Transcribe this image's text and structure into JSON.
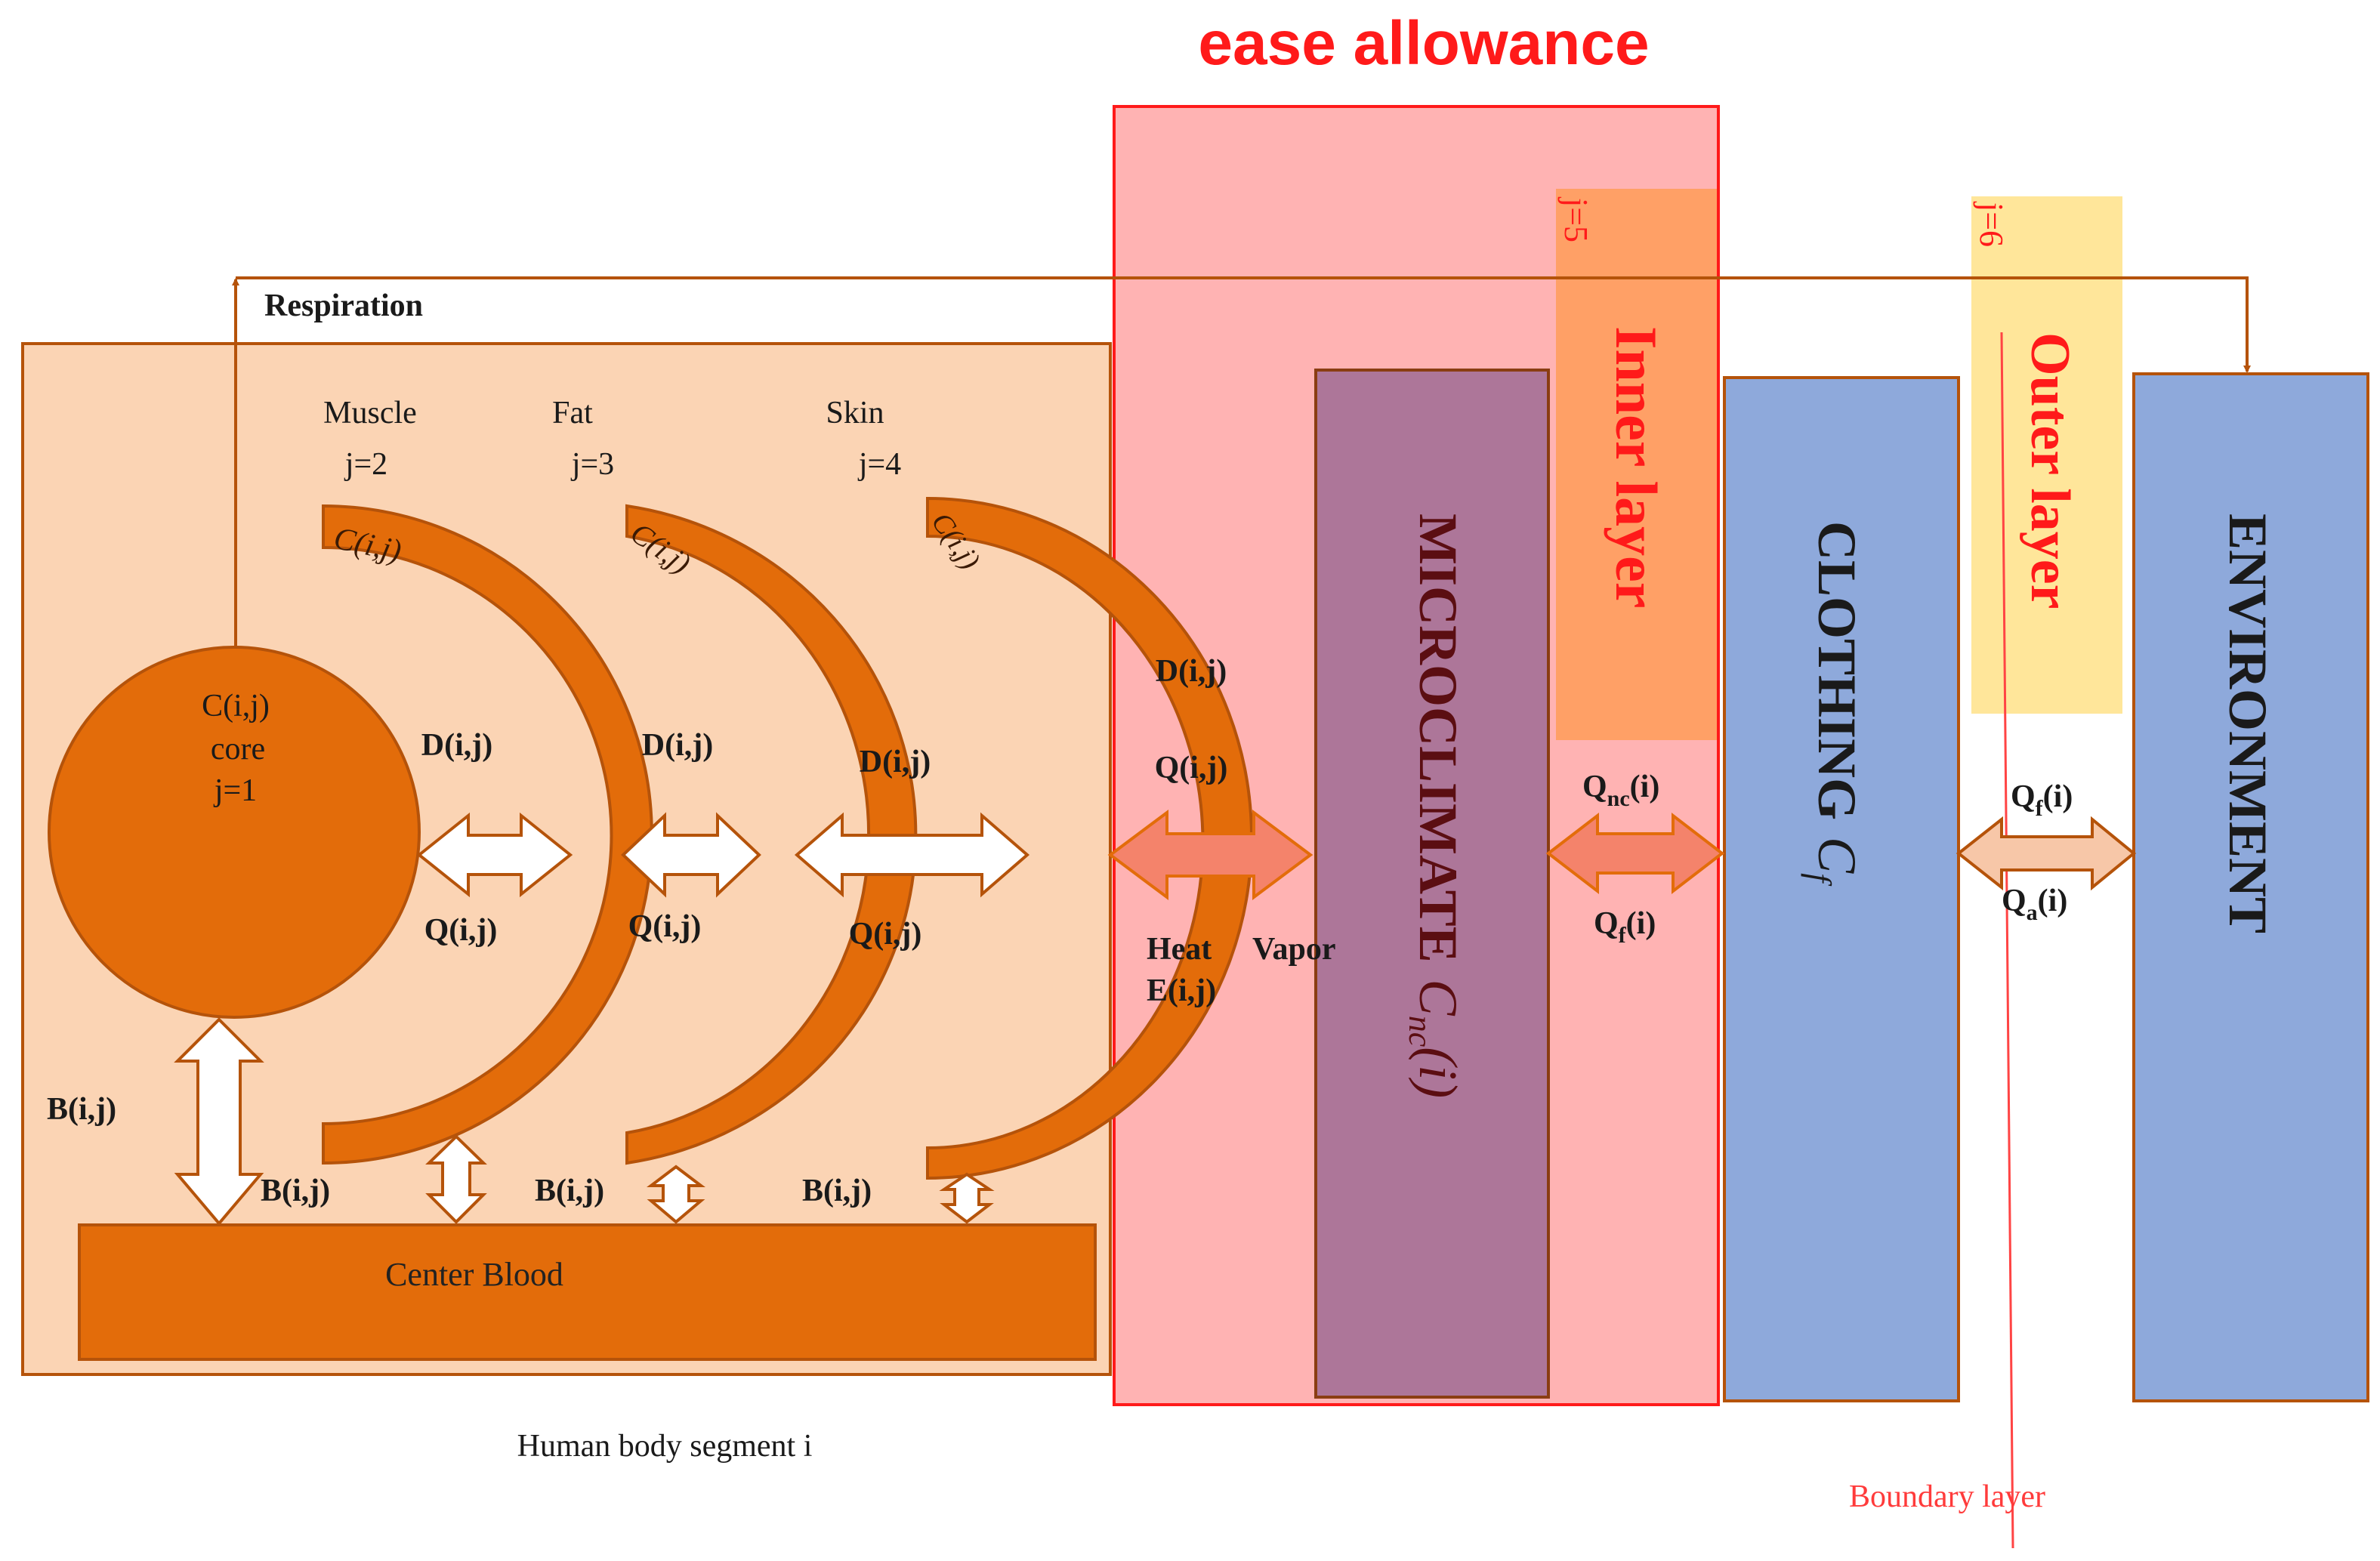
{
  "colors": {
    "orange": "#E36C0A",
    "orange_dark": "#B5530A",
    "peach": "#FBD4B4",
    "pink": "#FFB3B3",
    "red": "#FF1A1A",
    "microclimate": "#AD7699",
    "inner_layer": "#FFA066",
    "outer_layer": "#FFE69A",
    "blue": "#8EA9DB"
  },
  "title": "ease allowance",
  "respiration": "Respiration",
  "tissues": [
    {
      "name": "Muscle",
      "index": "j=2",
      "c": "C(i,j)"
    },
    {
      "name": "Fat",
      "index": "j=3",
      "c": "C(i,j)"
    },
    {
      "name": "Skin",
      "index": "j=4",
      "c": "C(i,j)"
    }
  ],
  "core": {
    "c": "C(i,j)",
    "name": "core",
    "index": "j=1"
  },
  "labels": {
    "d": "D(i,j)",
    "q": "Q(i,j)",
    "b": "B(i,j)",
    "heat": "Heat",
    "vapor": "Vapor",
    "e": "E(i,j)"
  },
  "center_blood": "Center Blood",
  "segment_caption": "Human body segment i",
  "microclimate": {
    "text": "MICROCLIMATE",
    "sym": "C",
    "sub": "nc",
    "arg": "(i)"
  },
  "inner_layer": {
    "index": "j=5",
    "text": "Inner layer"
  },
  "outer_layer": {
    "index": "j=6",
    "text": "Outer layer"
  },
  "clothing": {
    "text": "CLOTHING",
    "sym": "C",
    "sub": "f"
  },
  "environment": "ENVIRONMENT",
  "flux": {
    "q_nc": {
      "q": "Q",
      "sub": "nc",
      "arg": "(i)"
    },
    "q_f_inner": {
      "q": "Q",
      "sub": "f",
      "arg": "(i)"
    },
    "q_f_outer": {
      "q": "Q",
      "sub": "f",
      "arg": "(i)"
    },
    "q_a": {
      "q": "Q",
      "sub": "a",
      "arg": "(i)"
    }
  },
  "boundary_layer": "Boundary layer"
}
